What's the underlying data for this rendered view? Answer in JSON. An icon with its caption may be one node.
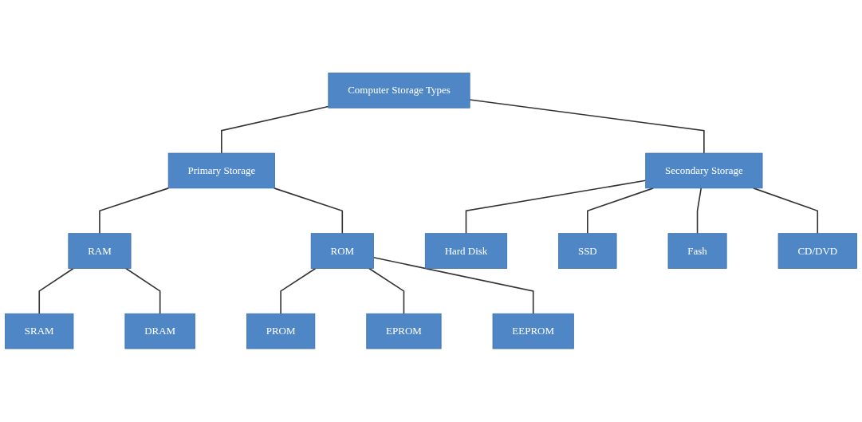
{
  "diagram": {
    "nodes": [
      {
        "text": [
          "Computer Storage Types"
        ]
      },
      {
        "text": [
          "Primary Storage"
        ]
      },
      {
        "text": [
          "Secondary Storage"
        ]
      },
      {
        "text": [
          "RAM"
        ]
      },
      {
        "text": [
          "ROM"
        ]
      },
      {
        "text": [
          "SRAM"
        ]
      },
      {
        "text": [
          "DRAM"
        ]
      },
      {
        "text": [
          "PROM"
        ]
      },
      {
        "text": [
          "EPROM"
        ]
      },
      {
        "text": [
          "EEPROM"
        ]
      },
      {
        "text": [
          "Hard Disk"
        ]
      },
      {
        "text": [
          "SSD"
        ]
      },
      {
        "text": [
          "Fash"
        ]
      },
      {
        "text": [
          "CD/DVD"
        ]
      }
    ],
    "edges": [
      {
        "from": 0,
        "to": 1,
        "arrow": "none"
      },
      {
        "from": 0,
        "to": 2,
        "arrow": "none"
      },
      {
        "from": 1,
        "to": 3,
        "arrow": "none"
      },
      {
        "from": 1,
        "to": 4,
        "arrow": "none"
      },
      {
        "from": 3,
        "to": 5,
        "arrow": "none"
      },
      {
        "from": 3,
        "to": 6,
        "arrow": "none"
      },
      {
        "from": 4,
        "to": 7,
        "arrow": "none"
      },
      {
        "from": 4,
        "to": 8,
        "arrow": "none"
      },
      {
        "from": 4,
        "to": 9,
        "arrow": "none"
      },
      {
        "from": 2,
        "to": 10,
        "arrow": "none"
      },
      {
        "from": 2,
        "to": 11,
        "arrow": "none"
      },
      {
        "from": 2,
        "to": 12,
        "arrow": "none"
      },
      {
        "from": 2,
        "to": 13,
        "arrow": "none"
      }
    ]
  }
}
